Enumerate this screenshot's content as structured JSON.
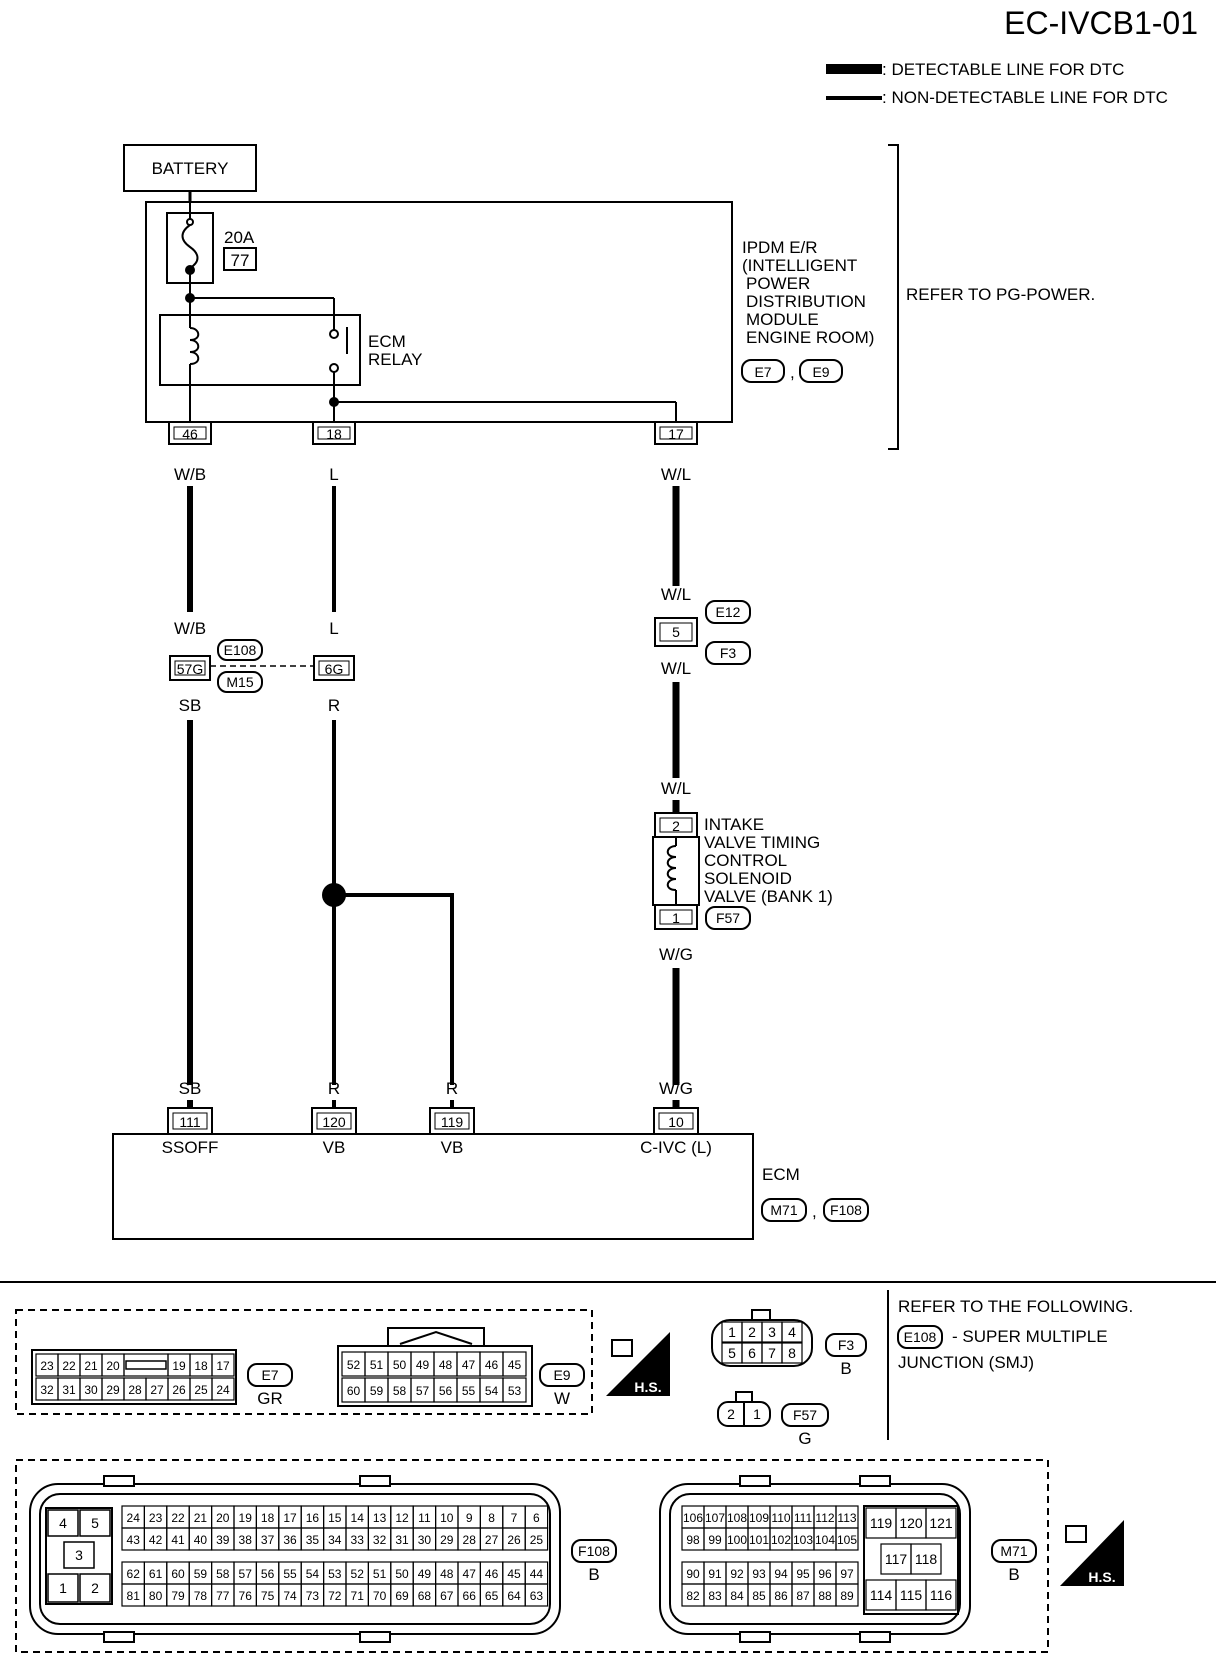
{
  "page_id": "EC-IVCB1-01",
  "legend": {
    "detectable": ": DETECTABLE LINE FOR DTC",
    "non_detectable": ": NON-DETECTABLE LINE FOR DTC"
  },
  "battery": "BATTERY",
  "fuse": {
    "rating": "20A",
    "number": "77"
  },
  "ecm_relay": {
    "line1": "ECM",
    "line2": "RELAY"
  },
  "ipdm": {
    "lines": [
      "IPDM E/R",
      "(INTELLIGENT",
      "POWER",
      "DISTRIBUTION",
      "MODULE",
      "ENGINE ROOM)"
    ],
    "connectors": [
      "E7",
      "E9"
    ],
    "refer": "REFER TO PG-POWER."
  },
  "ipdm_terminals": {
    "t46": "46",
    "t18": "18",
    "t17": "17"
  },
  "wires": {
    "wb": "W/B",
    "l": "L",
    "wl": "W/L",
    "sb": "SB",
    "r": "R",
    "wg": "W/G"
  },
  "junction": {
    "t57g": "57G",
    "t6g": "6G",
    "conn1": "E108",
    "conn2": "M15",
    "t5": "5",
    "conn3": "E12",
    "conn4": "F3"
  },
  "solenoid": {
    "lines": [
      "INTAKE",
      "VALVE TIMING",
      "CONTROL",
      "SOLENOID",
      "VALVE (BANK 1)"
    ],
    "pin2": "2",
    "pin1": "1",
    "connector": "F57"
  },
  "ecm": {
    "pins": [
      "111",
      "120",
      "119",
      "10"
    ],
    "pin_labels": [
      "SSOFF",
      "VB",
      "VB",
      "C-IVC (L)"
    ],
    "title": "ECM",
    "connectors": [
      "M71",
      "F108"
    ]
  },
  "bottom": {
    "refer": "REFER TO THE FOLLOWING.",
    "smj_code": "E108",
    "smj_desc1": "- SUPER MULTIPLE",
    "smj_desc2": "JUNCTION (SMJ)",
    "hs": "H.S.",
    "e7": {
      "name": "E7",
      "color": "GR",
      "row1": [
        "23",
        "22",
        "21",
        "20",
        "",
        "19",
        "18",
        "17"
      ],
      "row2": [
        "32",
        "31",
        "30",
        "29",
        "28",
        "27",
        "26",
        "25",
        "24"
      ]
    },
    "e9": {
      "name": "E9",
      "color": "W",
      "row1": [
        "52",
        "51",
        "50",
        "49",
        "48",
        "47",
        "46",
        "45"
      ],
      "row2": [
        "60",
        "59",
        "58",
        "57",
        "56",
        "55",
        "54",
        "53"
      ]
    },
    "f3": {
      "name": "F3",
      "color": "B",
      "row1": [
        "1",
        "2",
        "3",
        "4"
      ],
      "row2": [
        "5",
        "6",
        "7",
        "8"
      ]
    },
    "f57": {
      "name": "F57",
      "color": "G",
      "pins": [
        "2",
        "1"
      ]
    },
    "f108": {
      "name": "F108",
      "color": "B",
      "left": [
        "4",
        "5",
        "3",
        "1",
        "2"
      ],
      "r1": [
        "24",
        "23",
        "22",
        "21",
        "20",
        "19",
        "18",
        "17",
        "16",
        "15",
        "14",
        "13",
        "12",
        "11",
        "10",
        "9",
        "8",
        "7",
        "6"
      ],
      "r2": [
        "43",
        "42",
        "41",
        "40",
        "39",
        "38",
        "37",
        "36",
        "35",
        "34",
        "33",
        "32",
        "31",
        "30",
        "29",
        "28",
        "27",
        "26",
        "25"
      ],
      "r3": [
        "62",
        "61",
        "60",
        "59",
        "58",
        "57",
        "56",
        "55",
        "54",
        "53",
        "52",
        "51",
        "50",
        "49",
        "48",
        "47",
        "46",
        "45",
        "44"
      ],
      "r4": [
        "81",
        "80",
        "79",
        "78",
        "77",
        "76",
        "75",
        "74",
        "73",
        "72",
        "71",
        "70",
        "69",
        "68",
        "67",
        "66",
        "65",
        "64",
        "63"
      ]
    },
    "m71": {
      "name": "M71",
      "color": "B",
      "r1": [
        "106",
        "107",
        "108",
        "109",
        "110",
        "111",
        "112",
        "113"
      ],
      "r2": [
        "98",
        "99",
        "100",
        "101",
        "102",
        "103",
        "104",
        "105"
      ],
      "r3": [
        "90",
        "91",
        "92",
        "93",
        "94",
        "95",
        "96",
        "97"
      ],
      "r4": [
        "82",
        "83",
        "84",
        "85",
        "86",
        "87",
        "88",
        "89"
      ],
      "right1": [
        "119",
        "120",
        "121"
      ],
      "right2": [
        "117",
        "118"
      ],
      "right3": [
        "114",
        "115",
        "116"
      ]
    }
  }
}
